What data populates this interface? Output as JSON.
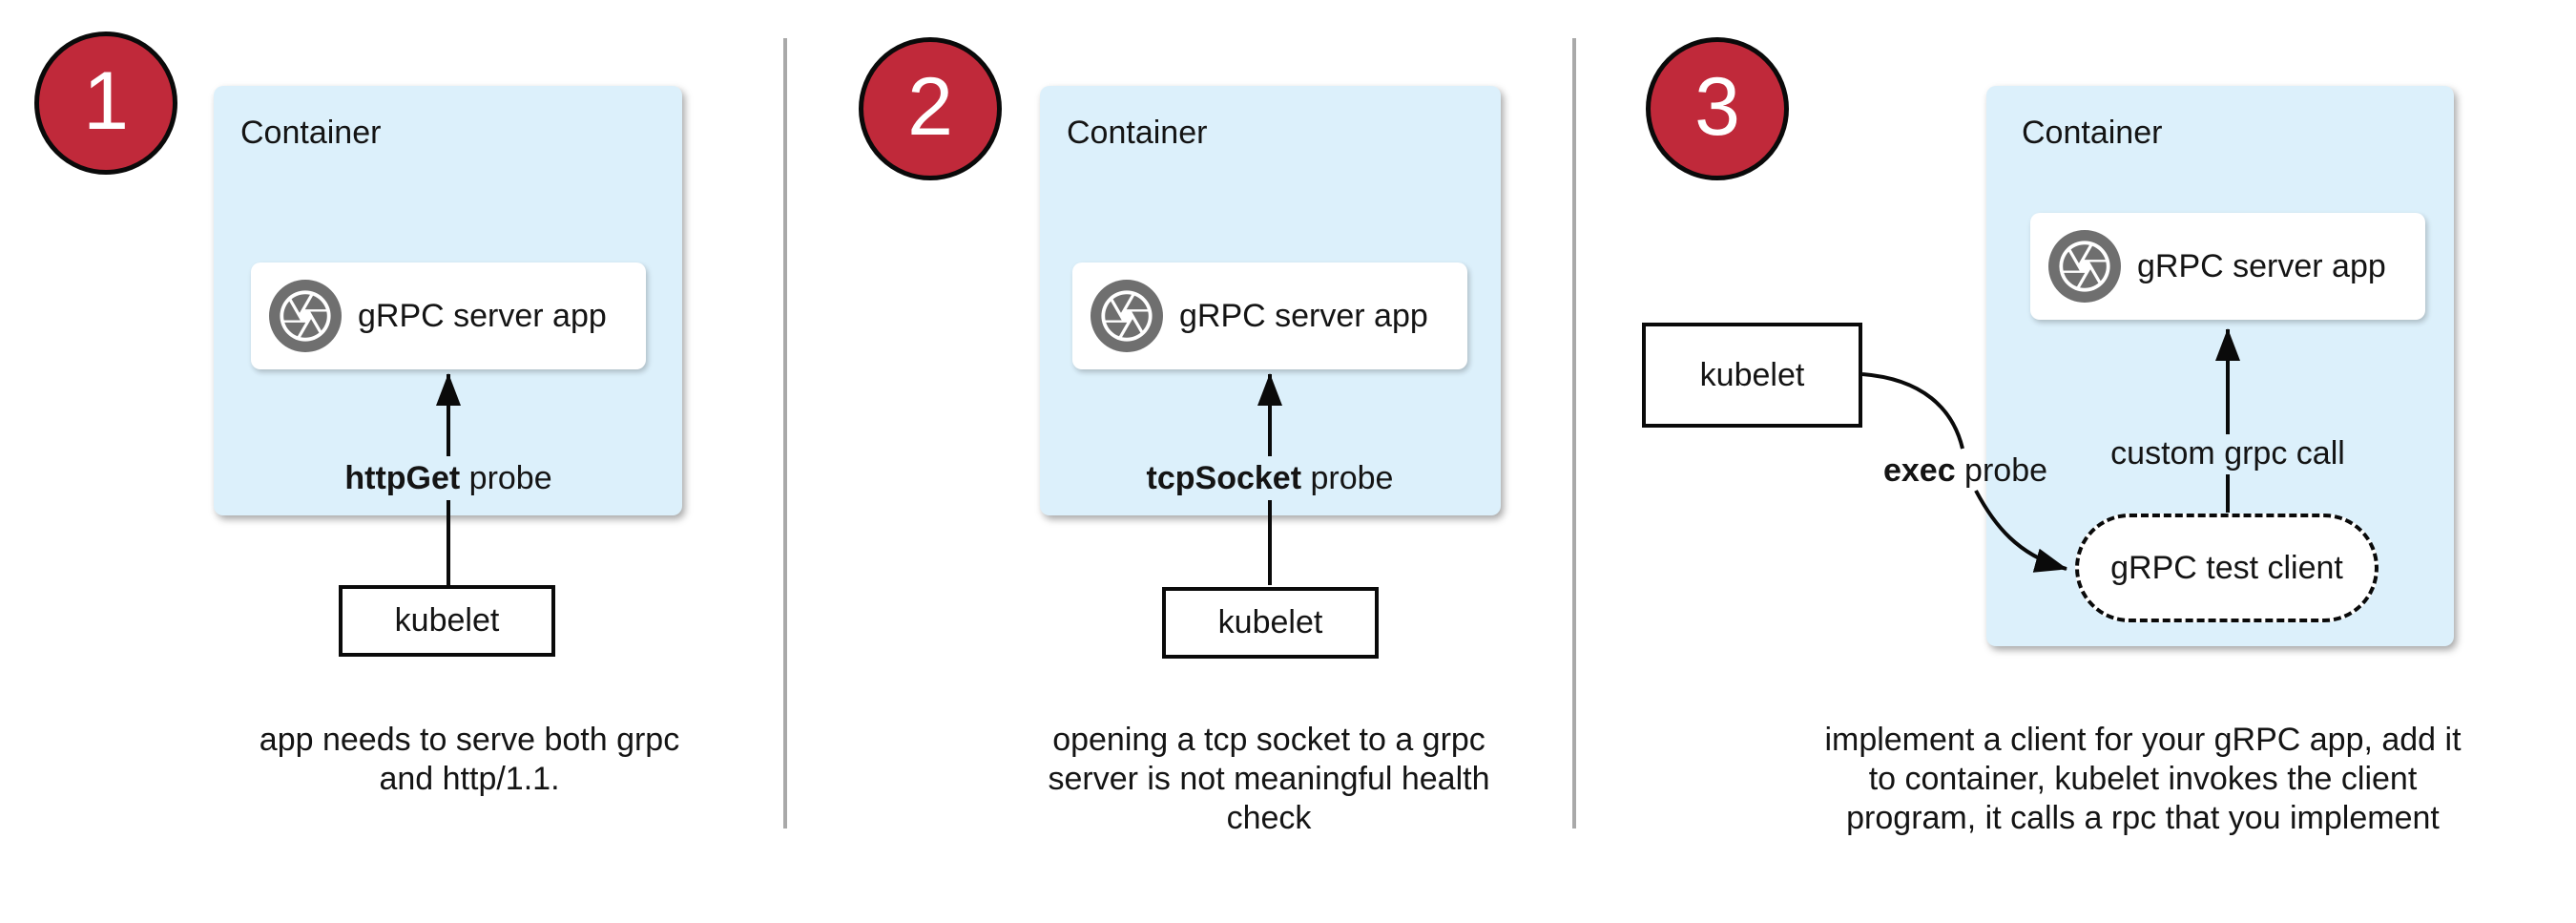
{
  "colors": {
    "circle_red": "#c0293a",
    "container_blue": "#dcf0fb",
    "icon_gray": "#6f6f6f",
    "divider_gray": "#a9a9a9",
    "arrow_black": "#0a0a0a"
  },
  "panels": [
    {
      "number": "1",
      "container_label": "Container",
      "app_box_label": "gRPC server app",
      "app_icon": "aperture-icon",
      "probe": {
        "bold": "httpGet",
        "rest": " probe"
      },
      "kubelet_label": "kubelet",
      "caption_lines": [
        "app needs to serve both grpc",
        "and http/1.1."
      ]
    },
    {
      "number": "2",
      "container_label": "Container",
      "app_box_label": "gRPC server app",
      "app_icon": "aperture-icon",
      "probe": {
        "bold": "tcpSocket",
        "rest": " probe"
      },
      "kubelet_label": "kubelet",
      "caption_lines": [
        "opening a tcp socket to a grpc",
        "server is not meaningful health",
        "check"
      ]
    },
    {
      "number": "3",
      "container_label": "Container",
      "app_box_label": "gRPC server app",
      "app_icon": "aperture-icon",
      "probe": {
        "bold": "exec",
        "rest": " probe"
      },
      "kubelet_label": "kubelet",
      "custom_call_label": "custom grpc call",
      "test_client_label": "gRPC test client",
      "caption_lines": [
        "implement a client for your gRPC app, add it",
        "to container, kubelet invokes the client",
        "program, it calls a rpc that you implement"
      ]
    }
  ]
}
